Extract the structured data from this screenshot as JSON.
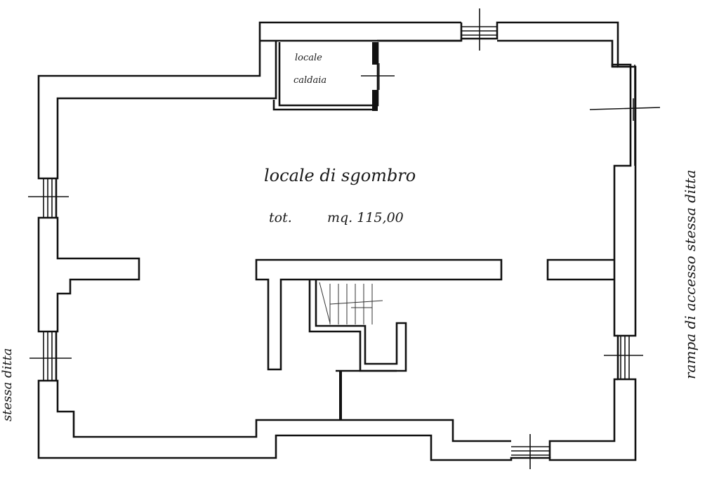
{
  "plan": {
    "rooms": [
      {
        "name": "boiler-room",
        "line1": "locale",
        "line2": "caldaia"
      },
      {
        "name": "storage-room",
        "title": "locale di sgombro",
        "total_prefix": "tot.",
        "total_value": "mq. 115,00"
      }
    ],
    "side_labels": {
      "right": "rampa di accesso stessa ditta",
      "left": "stessa ditta"
    },
    "colors": {
      "ink": "#111111",
      "paper": "#ffffff"
    }
  }
}
